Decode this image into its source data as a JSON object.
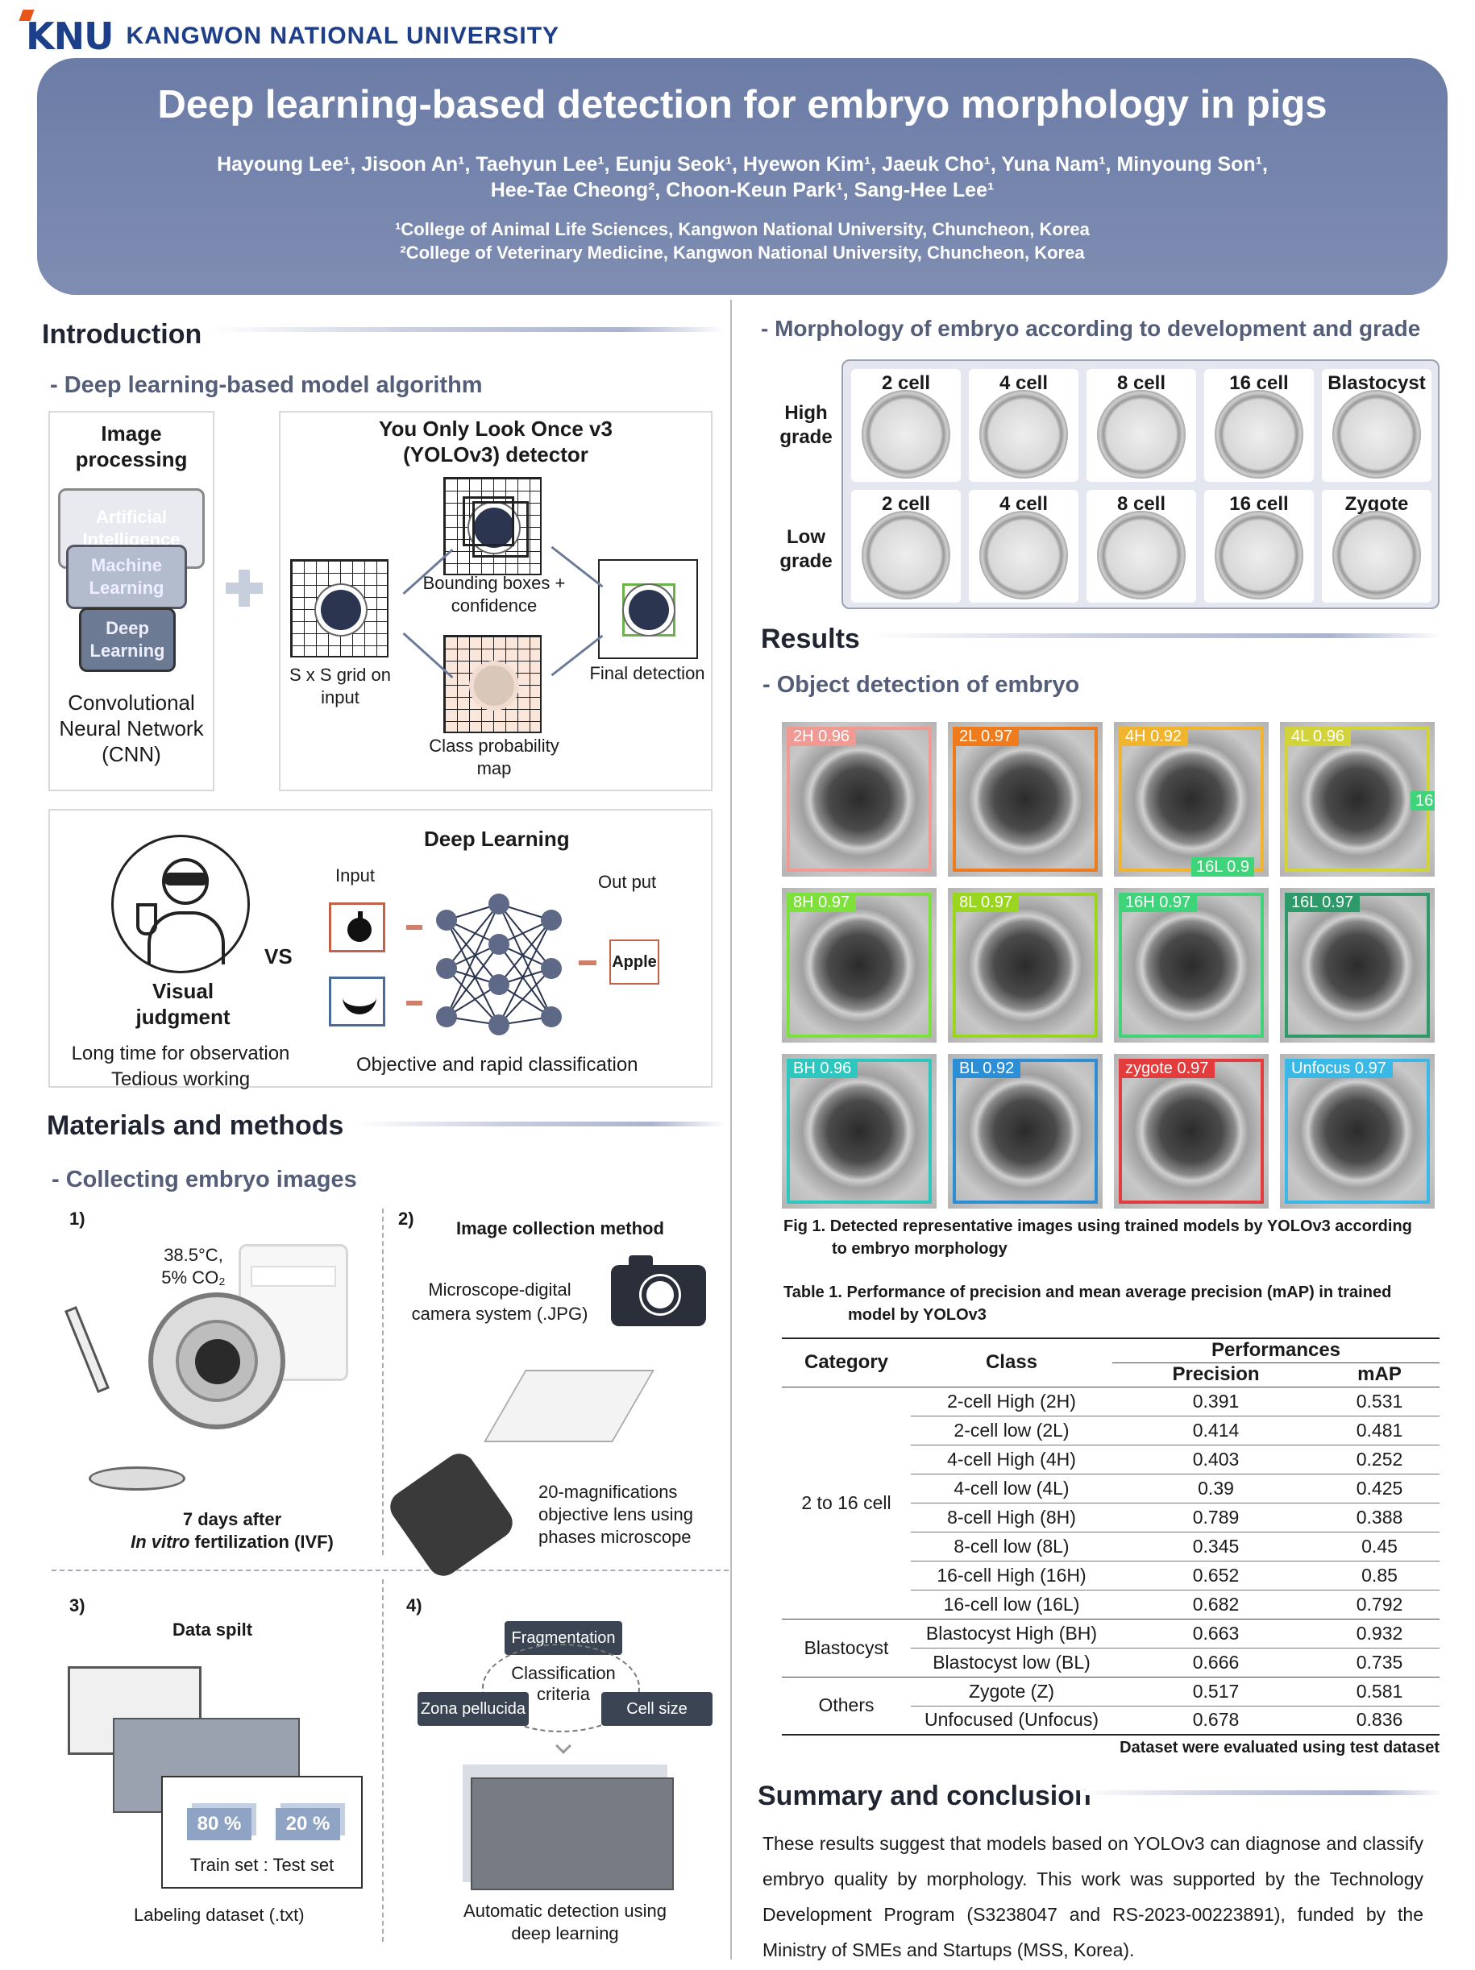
{
  "header": {
    "logo_mark": "KNU",
    "logo_text": "KANGWON NATIONAL UNIVERSITY",
    "title": "Deep learning-based detection for embryo morphology in pigs",
    "authors_line1": "Hayoung Lee¹, Jisoon An¹, Taehyun Lee¹, Eunju Seok¹, Hyewon Kim¹, Jaeuk Cho¹, Yuna Nam¹, Minyoung Son¹,",
    "authors_line2": "Hee-Tae Cheong², Choon-Keun Park¹, Sang-Hee Lee¹",
    "affil1": "¹College of Animal Life Sciences, Kangwon National University, Chuncheon, Korea",
    "affil2": "²College of Veterinary Medicine, Kangwon National University, Chuncheon, Korea"
  },
  "intro": {
    "heading": "Introduction",
    "sub": "- Deep learning-based model algorithm",
    "image_processing": "Image processing",
    "ai": "Artificial Intelligence",
    "ml": "Machine Learning",
    "dl": "Deep Learning",
    "cnn": "Convolutional Neural Network (CNN)",
    "yolo_title": "You Only Look Once v3 (YOLOv3) detector",
    "grid_label": "S x S grid on input",
    "bbox_label": "Bounding boxes + confidence",
    "classprob_label": "Class probability map",
    "final_label": "Final detection",
    "visual": "Visual judgment",
    "vs": "VS",
    "visual_desc1": "Long time for observation",
    "visual_desc2": "Tedious working",
    "dl_title": "Deep Learning",
    "input": "Input",
    "output": "Out put",
    "apple": "Apple",
    "dl_desc": "Objective and rapid classification"
  },
  "methods": {
    "heading": "Materials and methods",
    "sub": "- Collecting embryo images",
    "s1_num": "1)",
    "s1_cond1": "38.5°C,",
    "s1_cond2": "5% CO₂",
    "s1_cap1": "7 days after",
    "s1_cap2_em": "In vitro",
    "s1_cap2_rest": " fertilization (IVF)",
    "s2_num": "2)",
    "s2_title": "Image collection method",
    "s2_cam": "Microscope-digital camera system (.JPG)",
    "s2_lens": "20-magnifications objective lens using phases microscope",
    "s3_num": "3)",
    "s3_title": "Data spilt",
    "s3_train_pct": "80 %",
    "s3_test_pct": "20 %",
    "s3_sets": "Train set : Test set",
    "s3_caption": "Labeling dataset (.txt)",
    "s4_num": "4)",
    "s4_frag": "Fragmentation",
    "s4_criteria": "Classification criteria",
    "s4_zona": "Zona pellucida",
    "s4_size": "Cell size",
    "s4_caption": "Automatic detection using deep learning"
  },
  "morph": {
    "sub": "- Morphology of embryo according to development and grade",
    "high": "High grade",
    "low": "Low grade",
    "high_labels": [
      "2 cell",
      "4 cell",
      "8 cell",
      "16 cell",
      "Blastocyst"
    ],
    "low_labels": [
      "2 cell",
      "4 cell",
      "8 cell",
      "16 cell",
      "Zygote"
    ]
  },
  "results": {
    "heading": "Results",
    "sub": "- Object detection of embryo",
    "detections": [
      {
        "label": "2H  0.96",
        "color": "#f19a94"
      },
      {
        "label": "2L  0.97",
        "color": "#f07b1c"
      },
      {
        "label": "4H  0.92",
        "color": "#f0b52c"
      },
      {
        "label": "4L  0.96",
        "color": "#d2d23a"
      },
      {
        "label": "8H  0.97",
        "color": "#7ee03a"
      },
      {
        "label": "8L  0.97",
        "color": "#9ad51f"
      },
      {
        "label": "16H  0.97",
        "color": "#3fd47a"
      },
      {
        "label": "16L  0.97",
        "color": "#2e9a6a"
      },
      {
        "label": "BH  0.96",
        "color": "#2ec7c0"
      },
      {
        "label": "BL  0.92",
        "color": "#2c8fd6"
      },
      {
        "label": "zygote  0.97",
        "color": "#e23c3c"
      },
      {
        "label": "Unfocus  0.97",
        "color": "#3ab8e6"
      }
    ],
    "extra_labels": [
      "16L  0.9",
      "16"
    ],
    "fig1_caption1": "Fig 1. Detected representative images using trained models by YOLOv3 according",
    "fig1_caption2": "to embryo morphology",
    "table1_caption1": "Table 1. Performance of precision and mean average precision (mAP) in trained",
    "table1_caption2": "model by YOLOv3",
    "table_headers": {
      "category": "Category",
      "class": "Class",
      "performances": "Performances",
      "precision": "Precision",
      "map": "mAP"
    },
    "groups": [
      {
        "category": "2 to 16 cell",
        "rows": [
          {
            "class": "2-cell High (2H)",
            "precision": "0.391",
            "map": "0.531"
          },
          {
            "class": "2-cell low (2L)",
            "precision": "0.414",
            "map": "0.481"
          },
          {
            "class": "4-cell High (4H)",
            "precision": "0.403",
            "map": "0.252"
          },
          {
            "class": "4-cell low (4L)",
            "precision": "0.39",
            "map": "0.425"
          },
          {
            "class": "8-cell High (8H)",
            "precision": "0.789",
            "map": "0.388"
          },
          {
            "class": "8-cell low (8L)",
            "precision": "0.345",
            "map": "0.45"
          },
          {
            "class": "16-cell High (16H)",
            "precision": "0.652",
            "map": "0.85"
          },
          {
            "class": "16-cell low (16L)",
            "precision": "0.682",
            "map": "0.792"
          }
        ]
      },
      {
        "category": "Blastocyst",
        "rows": [
          {
            "class": "Blastocyst High (BH)",
            "precision": "0.663",
            "map": "0.932"
          },
          {
            "class": "Blastocyst low (BL)",
            "precision": "0.666",
            "map": "0.735"
          }
        ]
      },
      {
        "category": "Others",
        "rows": [
          {
            "class": "Zygote (Z)",
            "precision": "0.517",
            "map": "0.581"
          },
          {
            "class": "Unfocused (Unfocus)",
            "precision": "0.678",
            "map": "0.836"
          }
        ]
      }
    ],
    "table_note": "Dataset were evaluated using test dataset"
  },
  "summary": {
    "heading": "Summary and conclusion",
    "body": "These results suggest that models based on YOLOv3 can diagnose and classify embryo quality by morphology. This work was supported by the Technology Development Program (S3238047 and RS-2023-00223891), funded by the Ministry of SMEs and Startups (MSS, Korea)."
  }
}
